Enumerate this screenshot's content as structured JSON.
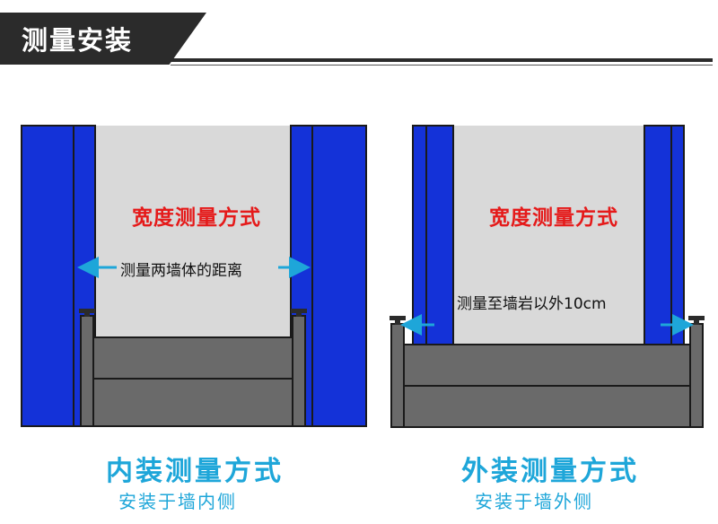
{
  "header": {
    "title": "测量安装"
  },
  "left_panel": {
    "method_title": "宽度测量方式",
    "measure_text": "测量两墙体的距离",
    "caption_main": "内装测量方式",
    "caption_sub": "安装于墙内侧"
  },
  "right_panel": {
    "method_title": "宽度测量方式",
    "measure_text": "测量至墙岩以外10cm",
    "caption_main": "外装测量方式",
    "caption_sub": "安装于墙外侧"
  },
  "colors": {
    "wall_blue": "#1432d8",
    "opening_gray": "#d9d9d9",
    "barrier_gray": "#6a6a6a",
    "arrow_cyan": "#1ea6d9",
    "title_red": "#e51a1a",
    "outline": "#1a1a1a"
  }
}
